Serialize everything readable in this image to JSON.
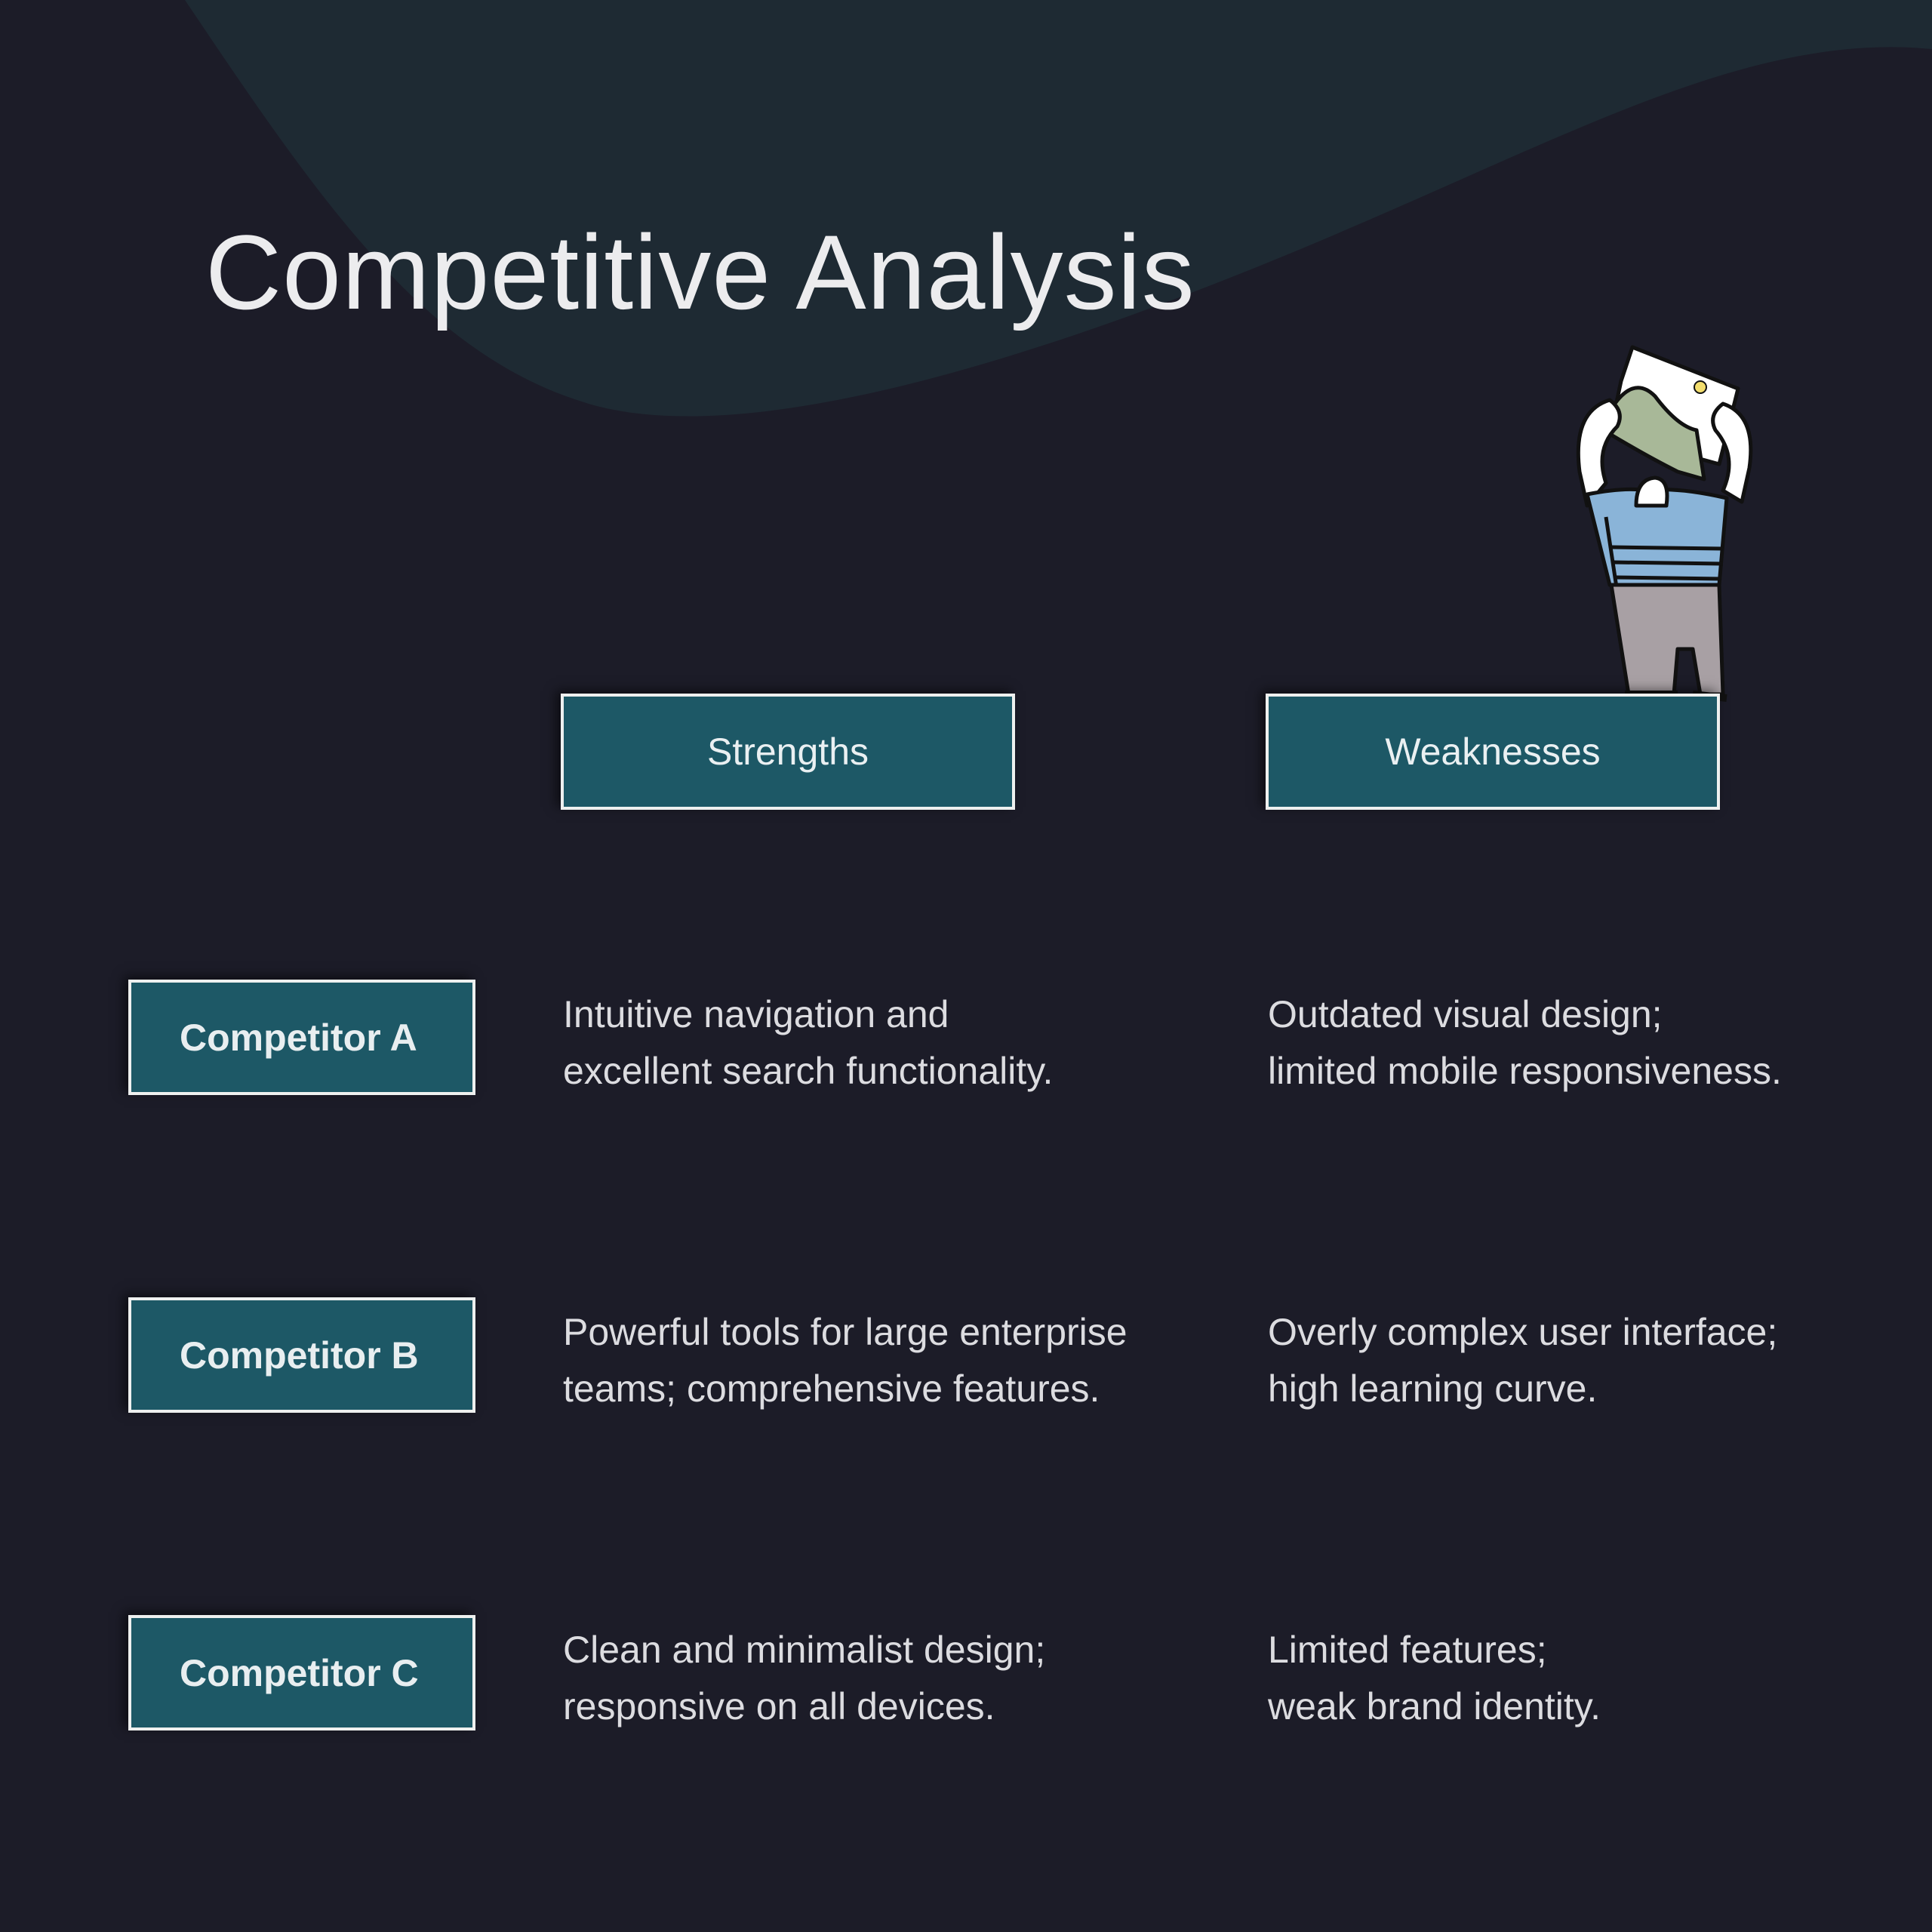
{
  "title": "Competitive Analysis",
  "columns": [
    "Strengths",
    "Weaknesses"
  ],
  "rows": [
    {
      "name": "Competitor A",
      "strengths": [
        "Intuitive navigation and",
        "excellent search functionality."
      ],
      "weaknesses": [
        "Outdated visual design;",
        "limited mobile responsiveness."
      ]
    },
    {
      "name": "Competitor B",
      "strengths": [
        "Powerful tools for large enterprise",
        "teams; comprehensive features."
      ],
      "weaknesses": [
        "Overly complex user interface;",
        "high learning curve."
      ]
    },
    {
      "name": "Competitor C",
      "strengths": [
        "Clean and minimalist design;",
        "responsive on all devices."
      ],
      "weaknesses": [
        "Limited features;",
        "weak brand identity."
      ]
    }
  ],
  "colors": {
    "background": "#1c1c28",
    "blob": "#1e2a33",
    "box": "#1d5866"
  }
}
